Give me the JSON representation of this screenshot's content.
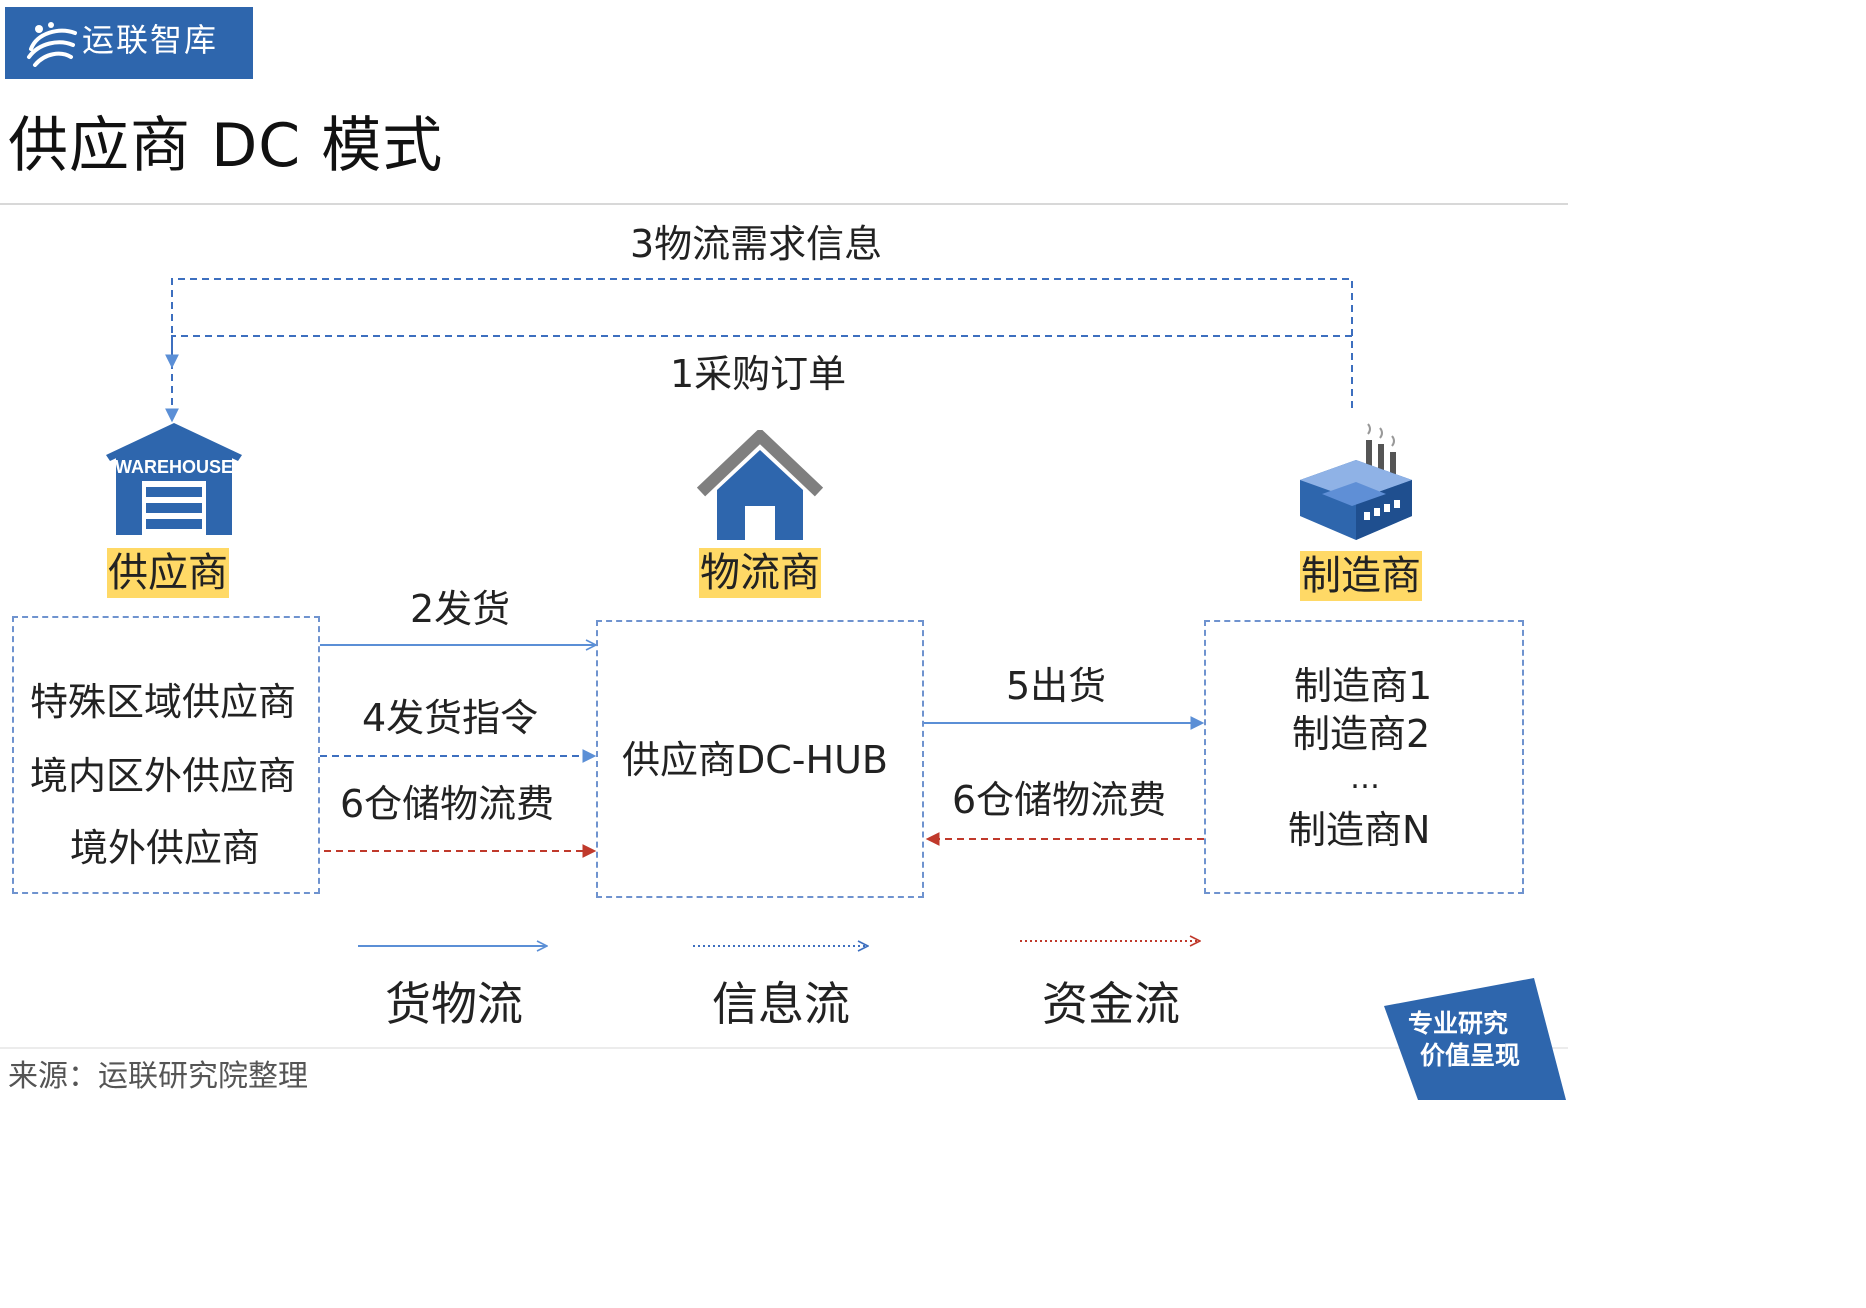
{
  "brand": {
    "name": "运联智库"
  },
  "title": "供应商 DC 模式",
  "source": "来源：运联研究院整理",
  "stamp": {
    "line1": "专业研究",
    "line2": "价值呈现"
  },
  "warehouse_sign": "WAREHOUSE",
  "nodes": {
    "supplier": {
      "tag": "供应商",
      "items": [
        "特殊区域供应商",
        "境内区外供应商",
        "境外供应商"
      ]
    },
    "logistics": {
      "tag": "物流商",
      "hub": "供应商DC-HUB"
    },
    "manufacturer": {
      "tag": "制造商",
      "items": [
        "制造商1",
        "制造商2",
        "…",
        "制造商N"
      ]
    }
  },
  "flows": {
    "f1": "1采购订单",
    "f2": "2发货",
    "f3": "3物流需求信息",
    "f4": "4发货指令",
    "f5": "5出货",
    "f6_left": "6仓储物流费",
    "f6_right": "6仓储物流费"
  },
  "legend": [
    {
      "label": "货物流",
      "style": "solid",
      "color": "#5b8fd6"
    },
    {
      "label": "信息流",
      "style": "dotted",
      "color": "#3d6fbf"
    },
    {
      "label": "资金流",
      "style": "dashed",
      "color": "#c0392b"
    }
  ],
  "colors": {
    "brand_blue": "#2e66ad",
    "goods_flow": "#5b8fd6",
    "info_flow": "#3d6fbf",
    "money_flow": "#c0392b",
    "tag_highlight": "#ffd966",
    "house_roof": "#7f7f7f"
  }
}
